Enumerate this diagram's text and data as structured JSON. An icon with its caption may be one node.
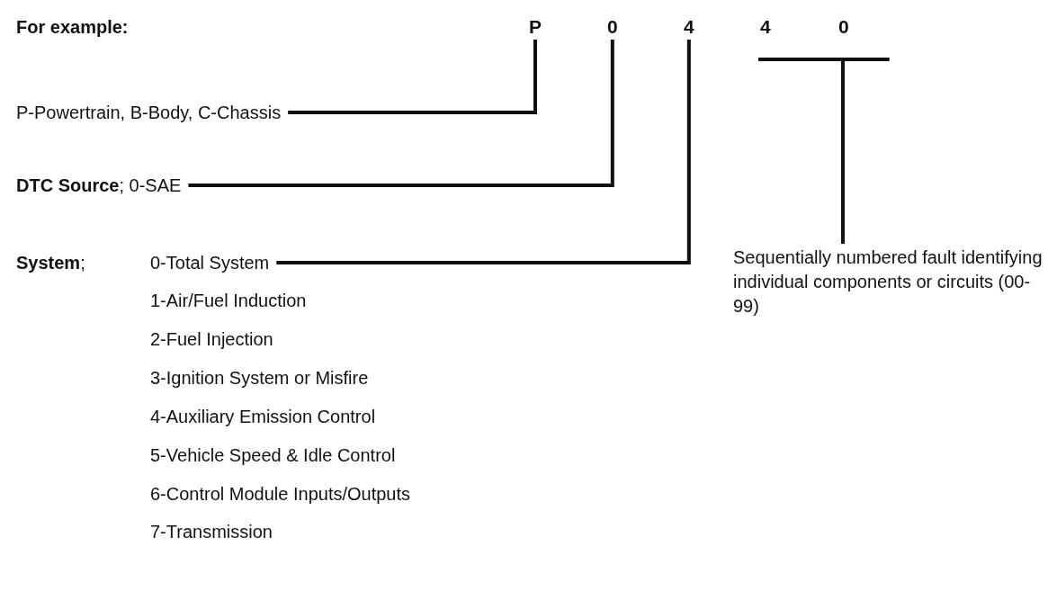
{
  "diagram": {
    "nodes": [
      {
        "text": [
          "P"
        ]
      },
      {
        "text": [
          "0"
        ]
      },
      {
        "text": [
          "4"
        ]
      },
      {
        "text": [
          "4"
        ]
      },
      {
        "text": [
          "0"
        ]
      },
      {
        "text": [
          "P-Powertrain, B-Body, C-Chassis"
        ]
      },
      {
        "text": [
          "**DTC Source**; 0-SAE"
        ]
      },
      {
        "text": [
          "**System**;",
          "0-Total System",
          "1-Air/Fuel Induction",
          "2-Fuel Injection",
          "3-Ignition System or Misfire",
          "4-Auxiliary Emission Control",
          "5-Vehicle Speed & Idle Control",
          "6-Control Module Inputs/Outputs",
          "7-Transmission"
        ]
      },
      {
        "text": [
          "Sequentially numbered fault identifying individual components or circuits (00-99)"
        ]
      }
    ],
    "edges": [
      {
        "from": 5,
        "to": 0,
        "arrow": "none"
      },
      {
        "from": 6,
        "to": 1,
        "arrow": "none"
      },
      {
        "from": 7,
        "to": 2,
        "arrow": "none"
      },
      {
        "from": 8,
        "to": 3,
        "arrow": "none"
      },
      {
        "from": 8,
        "to": 4,
        "arrow": "none"
      }
    ],
    "labels": [
      "For example:"
    ]
  }
}
